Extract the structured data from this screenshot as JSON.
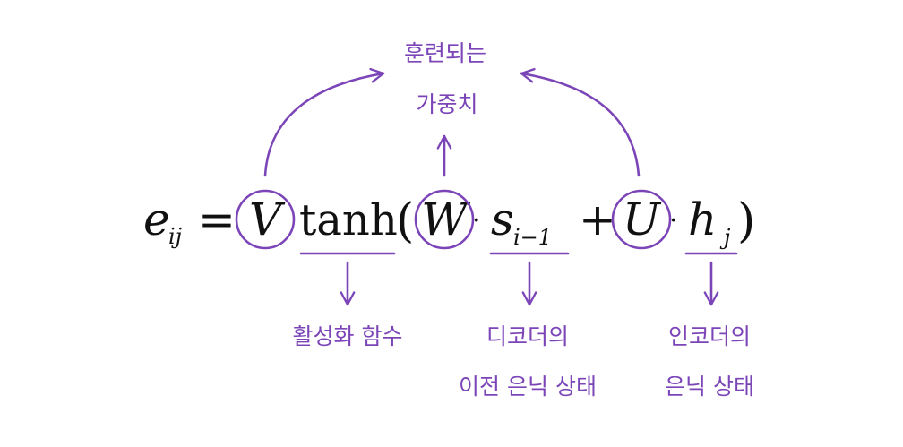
{
  "colors": {
    "accent": "#7b45b8",
    "text": "#111111",
    "background": "#ffffff"
  },
  "equation": {
    "lhs_symbol": "e",
    "lhs_subscript": "ij",
    "equals": "=",
    "v": "V",
    "tanh": "tanh",
    "open_paren": "(",
    "w": "W",
    "dot": "·",
    "s": "s",
    "s_subscript": "i−1",
    "plus": "+",
    "u": "U",
    "h": "h",
    "h_subscript": "j",
    "close_paren": ")"
  },
  "annotations": {
    "trained_weights": [
      "훈련되는",
      "가중치"
    ],
    "activation_function": [
      "활성화 함수"
    ],
    "decoder_previous_hidden_state": [
      "디코더의",
      "이전 은닉 상태"
    ],
    "encoder_hidden_state": [
      "인코더의",
      "은닉 상태"
    ]
  },
  "icons": [
    "arrow-up",
    "arrow-down",
    "curved-arrow"
  ]
}
